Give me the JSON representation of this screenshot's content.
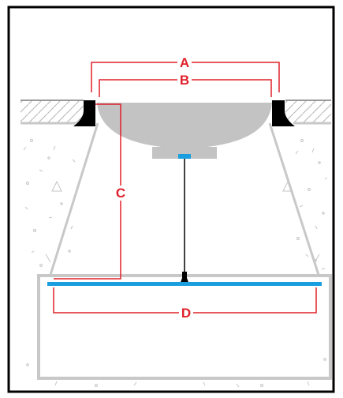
{
  "diagram": {
    "labels": {
      "a": "A",
      "b": "B",
      "c": "C",
      "d": "D"
    },
    "colors": {
      "frame": "#000000",
      "dimension": "#e0202a",
      "cable_and_plate": "#1a9ee0",
      "fixture_body": "#c3c3c3",
      "concrete_outline": "#c8c8c8",
      "hatch": "#b5b5b5",
      "gasket": "#000000"
    }
  }
}
